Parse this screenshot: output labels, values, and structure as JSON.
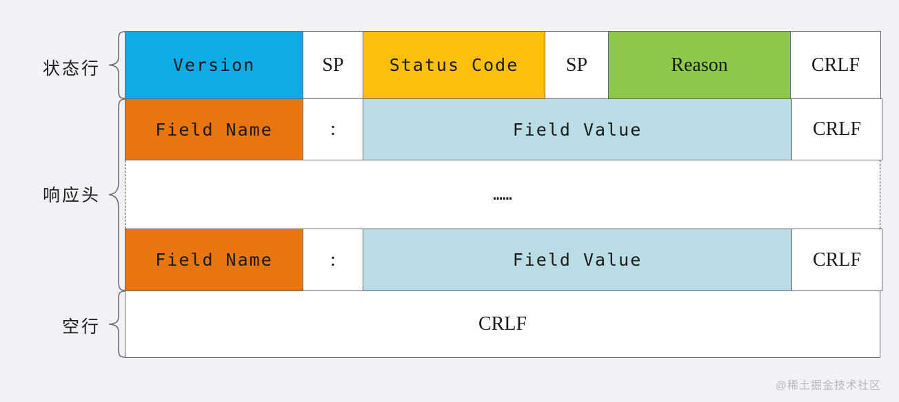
{
  "background_color": "#f2f1f5",
  "diagram": {
    "title_groups": [
      {
        "id": "status-line",
        "label": "状态行"
      },
      {
        "id": "response-headers",
        "label": "响应头"
      },
      {
        "id": "blank-line",
        "label": "空行"
      }
    ],
    "colors": {
      "version": "#0fabe4",
      "status_code": "#fcbf0b",
      "reason": "#8dc84a",
      "field_name": "#e8760f",
      "field_value": "#b9dce5",
      "white": "#ffffff",
      "border": "#676767",
      "dashed_border": "#3d3d3d"
    },
    "rows": [
      {
        "id": "status-line-row",
        "cells": [
          {
            "id": "version",
            "text": "Version",
            "style": "mono",
            "fill": "version"
          },
          {
            "id": "sp-1",
            "text": "SP",
            "style": "serif",
            "fill": "white"
          },
          {
            "id": "status-code",
            "text": "Status Code",
            "style": "mono",
            "fill": "status_code"
          },
          {
            "id": "sp-2",
            "text": "SP",
            "style": "serif",
            "fill": "white"
          },
          {
            "id": "reason",
            "text": "Reason",
            "style": "serif",
            "fill": "reason"
          },
          {
            "id": "crlf-1",
            "text": "CRLF",
            "style": "serif",
            "fill": "white"
          }
        ]
      },
      {
        "id": "header-row-1",
        "cells": [
          {
            "id": "field-name-1",
            "text": "Field Name",
            "style": "mono",
            "fill": "field_name"
          },
          {
            "id": "colon-1",
            "text": ":",
            "style": "serif",
            "fill": "white"
          },
          {
            "id": "field-value-1",
            "text": "Field Value",
            "style": "mono",
            "fill": "field_value"
          },
          {
            "id": "crlf-2",
            "text": "CRLF",
            "style": "serif",
            "fill": "white"
          }
        ]
      },
      {
        "id": "ellipsis-row",
        "cells": [
          {
            "id": "ellipsis",
            "text": "……",
            "style": "mono",
            "fill": "white"
          }
        ]
      },
      {
        "id": "header-row-2",
        "cells": [
          {
            "id": "field-name-2",
            "text": "Field Name",
            "style": "mono",
            "fill": "field_name"
          },
          {
            "id": "colon-2",
            "text": ":",
            "style": "serif",
            "fill": "white"
          },
          {
            "id": "field-value-2",
            "text": "Field Value",
            "style": "mono",
            "fill": "field_value"
          },
          {
            "id": "crlf-3",
            "text": "CRLF",
            "style": "serif",
            "fill": "white"
          }
        ]
      },
      {
        "id": "blank-line-row",
        "cells": [
          {
            "id": "crlf-4",
            "text": "CRLF",
            "style": "serif",
            "fill": "white"
          }
        ]
      }
    ]
  },
  "watermark": {
    "text": "@稀土掘金技术社区"
  }
}
